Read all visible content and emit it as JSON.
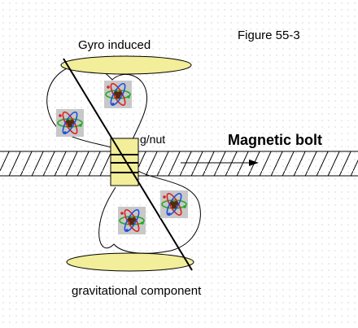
{
  "labels": {
    "figure": "Figure 55-3",
    "top": "Gyro induced",
    "nut": "g/nut",
    "bolt": "Magnetic bolt",
    "bottom": "gravitational component"
  },
  "colors": {
    "disc_fill": "#f2ee99",
    "nut_fill": "#f2ee99",
    "atom_bg": "#c8c8c8",
    "orbit_red": "#dd2020",
    "orbit_green": "#20aa20",
    "orbit_blue": "#2050dd",
    "nucleus": "#552a10"
  },
  "atoms": [
    {
      "name": "atom-icon-top-right"
    },
    {
      "name": "atom-icon-top-left"
    },
    {
      "name": "atom-icon-bottom-right"
    },
    {
      "name": "atom-icon-bottom-left"
    }
  ]
}
